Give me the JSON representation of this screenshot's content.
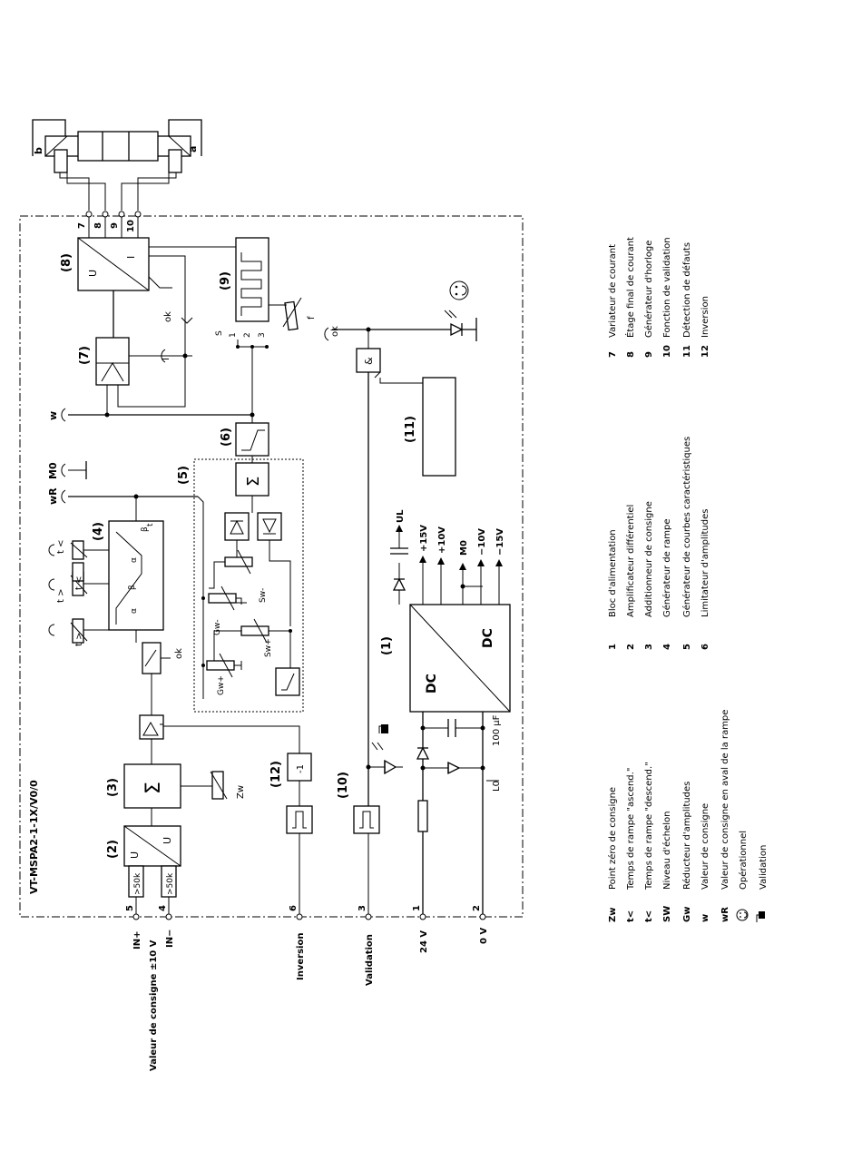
{
  "model": "VT-MSPA2-1-1X/V0/0",
  "block_labels": {
    "b1": "(1)",
    "b2": "(2)",
    "b3": "(3)",
    "b4": "(4)",
    "b5": "(5)",
    "b6": "(6)",
    "b7": "(7)",
    "b8": "(8)",
    "b9": "(9)",
    "b10": "(10)",
    "b11": "(11)",
    "b12": "(12)"
  },
  "block_text": {
    "sum": "Σ",
    "u": "U",
    "i": "I",
    "amp": "&",
    "inv": "-1",
    "dc": "DC",
    "r50k": ">50k"
  },
  "pins": {
    "p1": "1",
    "p2": "2",
    "p3": "3",
    "p4": "4",
    "p5": "5",
    "p6": "6",
    "p7": "7",
    "p8": "8",
    "p9": "9",
    "p10": "10"
  },
  "terminals": {
    "in_plus": "IN+",
    "in_minus": "IN−",
    "setpoint": "Valeur de consigne ±10 V",
    "inversion": "Inversion",
    "validation": "Validation",
    "v24": "24 V",
    "v0": "0 V",
    "lo": "L0",
    "zw": "Zw",
    "w": "w",
    "wr": "wR",
    "m0": "M0",
    "i": "I",
    "ok": "ok",
    "t_up": "t <",
    "t_down": "t >",
    "f": "f",
    "s": "S",
    "gw_minus": "Gw-",
    "gw_plus": "Gw+",
    "sw_minus": "Sw-",
    "sw_plus": "Sw+",
    "ul": "UL",
    "cap": "100 µF",
    "valve_a": "a",
    "valve_b": "b",
    "alpha": "α",
    "beta": "β",
    "t": "t"
  },
  "rails": [
    "+15V",
    "+10V",
    "M0",
    "−10V",
    "−15V"
  ],
  "legend_symbols": [
    {
      "sym": "Zw",
      "desc": "Point zéro de consigne"
    },
    {
      "sym": "t<",
      "desc": "Temps de rampe \"ascend.\""
    },
    {
      "sym": "t<",
      "desc": "Temps de rampe \"descend.\""
    },
    {
      "sym": "SW",
      "desc": "Niveau d'échelon"
    },
    {
      "sym": "Gw",
      "desc": "Réducteur d'amplitudes"
    },
    {
      "sym": "w",
      "desc": "Valeur de consigne"
    },
    {
      "sym": "wR",
      "desc": "Valeur de consigne en aval de la rampe"
    },
    {
      "sym": "☺",
      "desc": "Opérationnel"
    },
    {
      "sym": "▮",
      "desc": "Validation"
    }
  ],
  "legend_blocks_a": [
    {
      "num": "1",
      "desc": "Bloc d'alimentation"
    },
    {
      "num": "2",
      "desc": "Amplificateur différentiel"
    },
    {
      "num": "3",
      "desc": "Additionneur de consigne"
    },
    {
      "num": "4",
      "desc": "Générateur de rampe"
    },
    {
      "num": "5",
      "desc": "Générateur de courbes caractéristiques"
    },
    {
      "num": "6",
      "desc": "Limitateur d'amplitudes"
    }
  ],
  "legend_blocks_b": [
    {
      "num": "7",
      "desc": "Variateur de courant"
    },
    {
      "num": "8",
      "desc": "Étage final de courant"
    },
    {
      "num": "9",
      "desc": "Générateur d'horloge"
    },
    {
      "num": "10",
      "desc": "Fonction de validation"
    },
    {
      "num": "11",
      "desc": "Détection de défauts"
    },
    {
      "num": "12",
      "desc": "Inversion"
    }
  ]
}
